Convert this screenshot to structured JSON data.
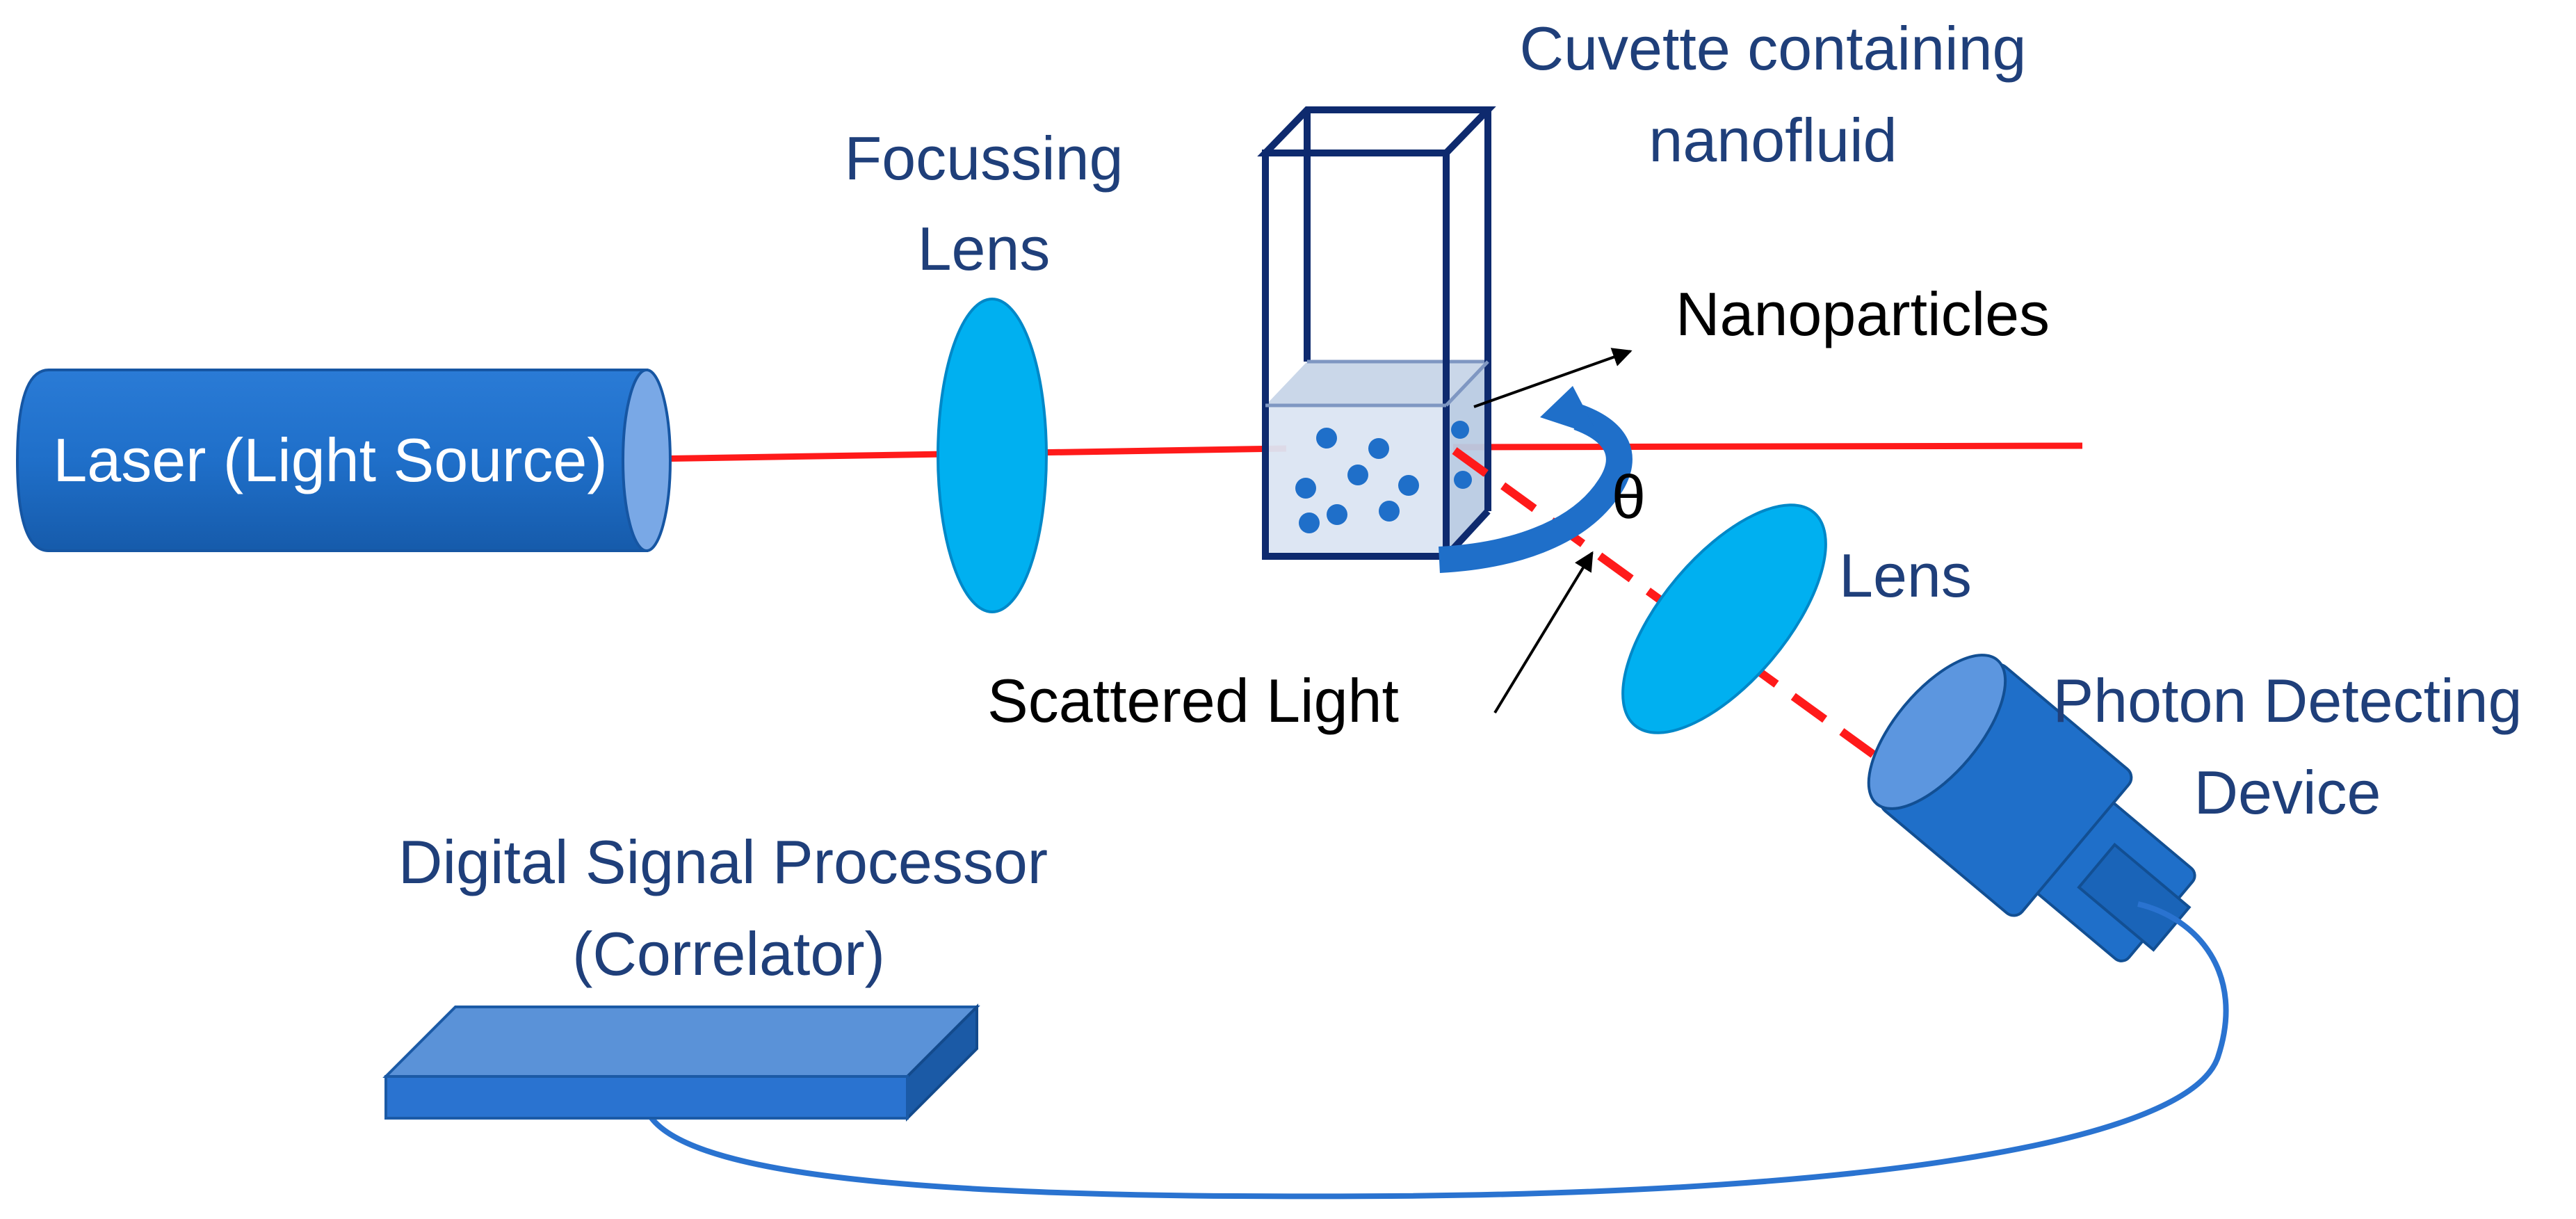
{
  "labels": {
    "laser": "Laser (Light Source)",
    "focussing_lens_line1": "Focussing",
    "focussing_lens_line2": "Lens",
    "cuvette_line1": "Cuvette containing",
    "cuvette_line2": "nanofluid",
    "nanoparticles": "Nanoparticles",
    "theta": "θ",
    "lens": "Lens",
    "scattered_light": "Scattered Light",
    "photon_detector_line1": "Photon Detecting",
    "photon_detector_line2": "Device",
    "dsp_line1": "Digital Signal Processor",
    "dsp_line2": "(Correlator)"
  },
  "colors": {
    "beam": "#ff1a1a",
    "device_blue": "#1f6fc9",
    "lens_cyan": "#00b0f0",
    "cuvette_outline": "#0e2a6e",
    "label_text": "#1f3f7a"
  }
}
